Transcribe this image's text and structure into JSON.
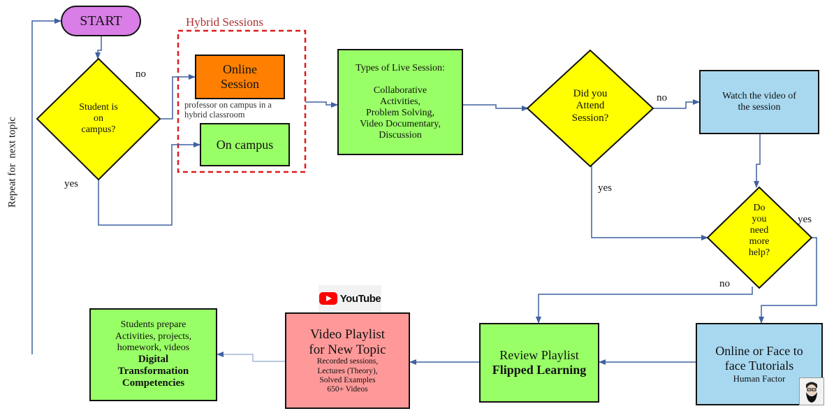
{
  "colors": {
    "arrow": "#3f62a0",
    "connector": "#8fa6c7",
    "dashed": "#dd1c1c",
    "yellow": "#ffff00",
    "green": "#99ff66",
    "orange": "#ff8000",
    "blue": "#a8d8f0",
    "violet": "#d97ee6",
    "pink": "#ff9999",
    "youtube_red": "#ff0000"
  },
  "nodes": {
    "start": "START",
    "on_campus_q": [
      "Student is",
      "on",
      "campus?"
    ],
    "hybrid_title": "Hybrid Sessions",
    "online_session": [
      "Online",
      "Session"
    ],
    "professor_note": [
      "professor on campus in a",
      "hybrid classroom"
    ],
    "on_campus": "On campus",
    "live_types": [
      "Types of Live Session:",
      "",
      "Collaborative",
      "Activities,",
      "Problem Solving,",
      "Video Documentary,",
      "Discussion"
    ],
    "attend_q": [
      "Did you",
      "Attend",
      "Session?"
    ],
    "watch_video": [
      "Watch the video of",
      "the session"
    ],
    "help_q": [
      "Do",
      "you",
      "need",
      "more",
      "help?"
    ],
    "tutorials_main": [
      "Online or Face to",
      "face Tutorials"
    ],
    "tutorials_sub": "Human Factor",
    "review_main": "Review Playlist",
    "review_bold": "Flipped Learning",
    "playlist_main": [
      "Video Playlist",
      "for New Topic"
    ],
    "playlist_sub": [
      "Recorded sessions,",
      "Lectures (Theory),",
      "Solved Examples",
      "650+ Videos"
    ],
    "youtube_label": "YouTube",
    "students_main": [
      "Students prepare",
      "Activities, projects,",
      "homework, videos"
    ],
    "students_bold": [
      "Digital",
      "Transformation",
      "Competencies"
    ]
  },
  "edge_labels": {
    "no1": "no",
    "yes1": "yes",
    "no2": "no",
    "yes2": "yes",
    "yes3": "yes",
    "no3": "no",
    "repeat": "Repeat for  next topic"
  },
  "icons": {
    "youtube": "youtube-logo-icon",
    "avatar": "bearded-face-avatar-icon"
  }
}
